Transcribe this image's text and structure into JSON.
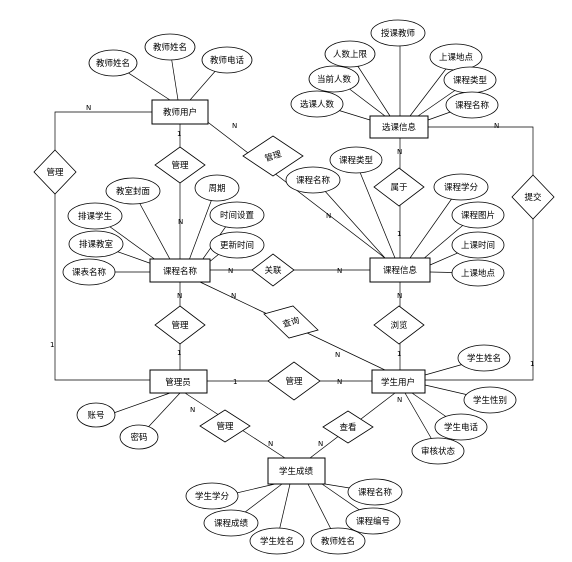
{
  "entities": {
    "teacher": "教师用户",
    "selection": "选课信息",
    "course_name": "课程名称",
    "course_info": "课程信息",
    "admin": "管理员",
    "student": "学生用户",
    "grade": "学生成绩"
  },
  "attributes": {
    "teacher": [
      "教师姓名",
      "教师姓名",
      "教师电话"
    ],
    "selection": [
      "授课教师",
      "人数上限",
      "上课地点",
      "当前人数",
      "课程类型",
      "选课人数",
      "课程名称"
    ],
    "course_name": [
      "教室封面",
      "周期",
      "排课学生",
      "时间设置",
      "排课教室",
      "更新时间",
      "课表名称"
    ],
    "course_info": [
      "课程类型",
      "课程名称",
      "课程学分",
      "课程图片",
      "上课时间",
      "上课地点"
    ],
    "admin": [
      "账号",
      "密码"
    ],
    "student": [
      "学生姓名",
      "学生性别",
      "学生电话",
      "审核状态"
    ],
    "grade": [
      "学生学分",
      "课程名称",
      "课程成绩",
      "课程编号",
      "学生姓名",
      "教师姓名"
    ]
  },
  "relationships": {
    "teacher_admin": "管理",
    "teacher_course_name": "管理",
    "teacher_course_info": "管理",
    "selection_course_info": "属于",
    "selection_student": "提交",
    "course_name_course_info": "关联",
    "course_name_admin": "管理",
    "course_name_student": "查询",
    "course_info_student": "浏览",
    "admin_student": "管理",
    "admin_grade": "管理",
    "student_grade": "查看"
  },
  "cardinalities": {
    "one": "1",
    "n": "N"
  }
}
